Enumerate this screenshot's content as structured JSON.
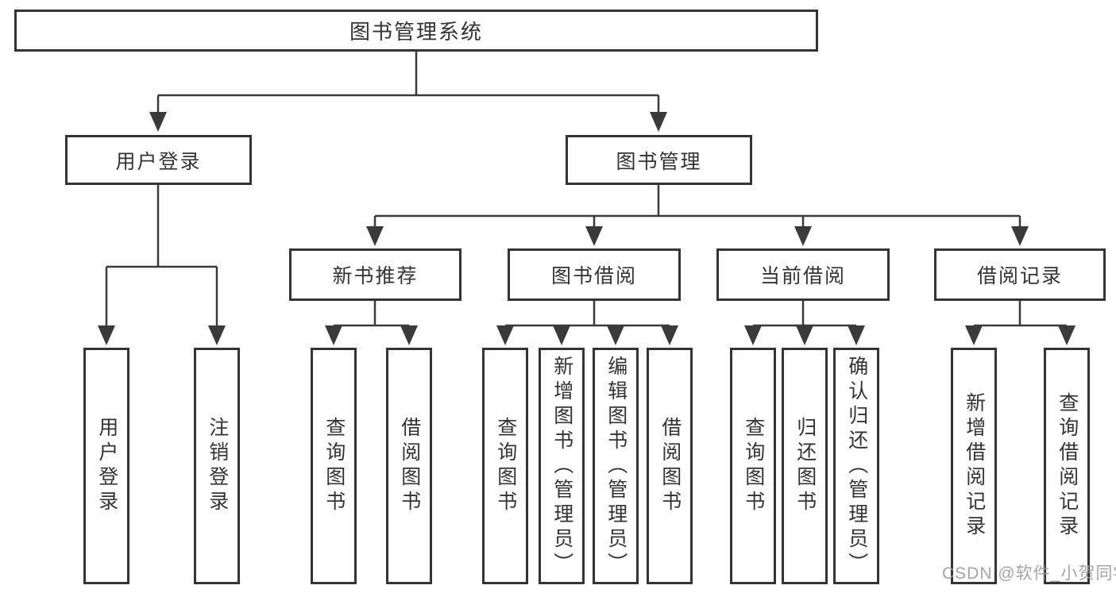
{
  "title": "图书管理系统",
  "branches": {
    "user_login": "用户登录",
    "book_management": "图书管理"
  },
  "modules": {
    "new_book_recommend": "新书推荐",
    "book_borrowing": "图书借阅",
    "current_borrowing": "当前借阅",
    "borrowing_records": "借阅记录"
  },
  "functions": {
    "user_login": [
      "用户登录",
      "注销登录"
    ],
    "new_book_recommend": [
      "查询图书",
      "借阅图书"
    ],
    "book_borrowing": [
      "查询图书",
      "新增图书（管理员）",
      "编辑图书（管理员）",
      "借阅图书"
    ],
    "current_borrowing": [
      "查询图书",
      "归还图书",
      "确认归还（管理员）"
    ],
    "borrowing_records": [
      "新增借阅记录",
      "查询借阅记录"
    ]
  },
  "watermark": "CSDN @软件_小贺同学",
  "colors": {
    "line": "#3a3a3a",
    "border": "#343434",
    "text": "#333333",
    "watermark": "#9b9b9b",
    "background": "#ffffff"
  }
}
